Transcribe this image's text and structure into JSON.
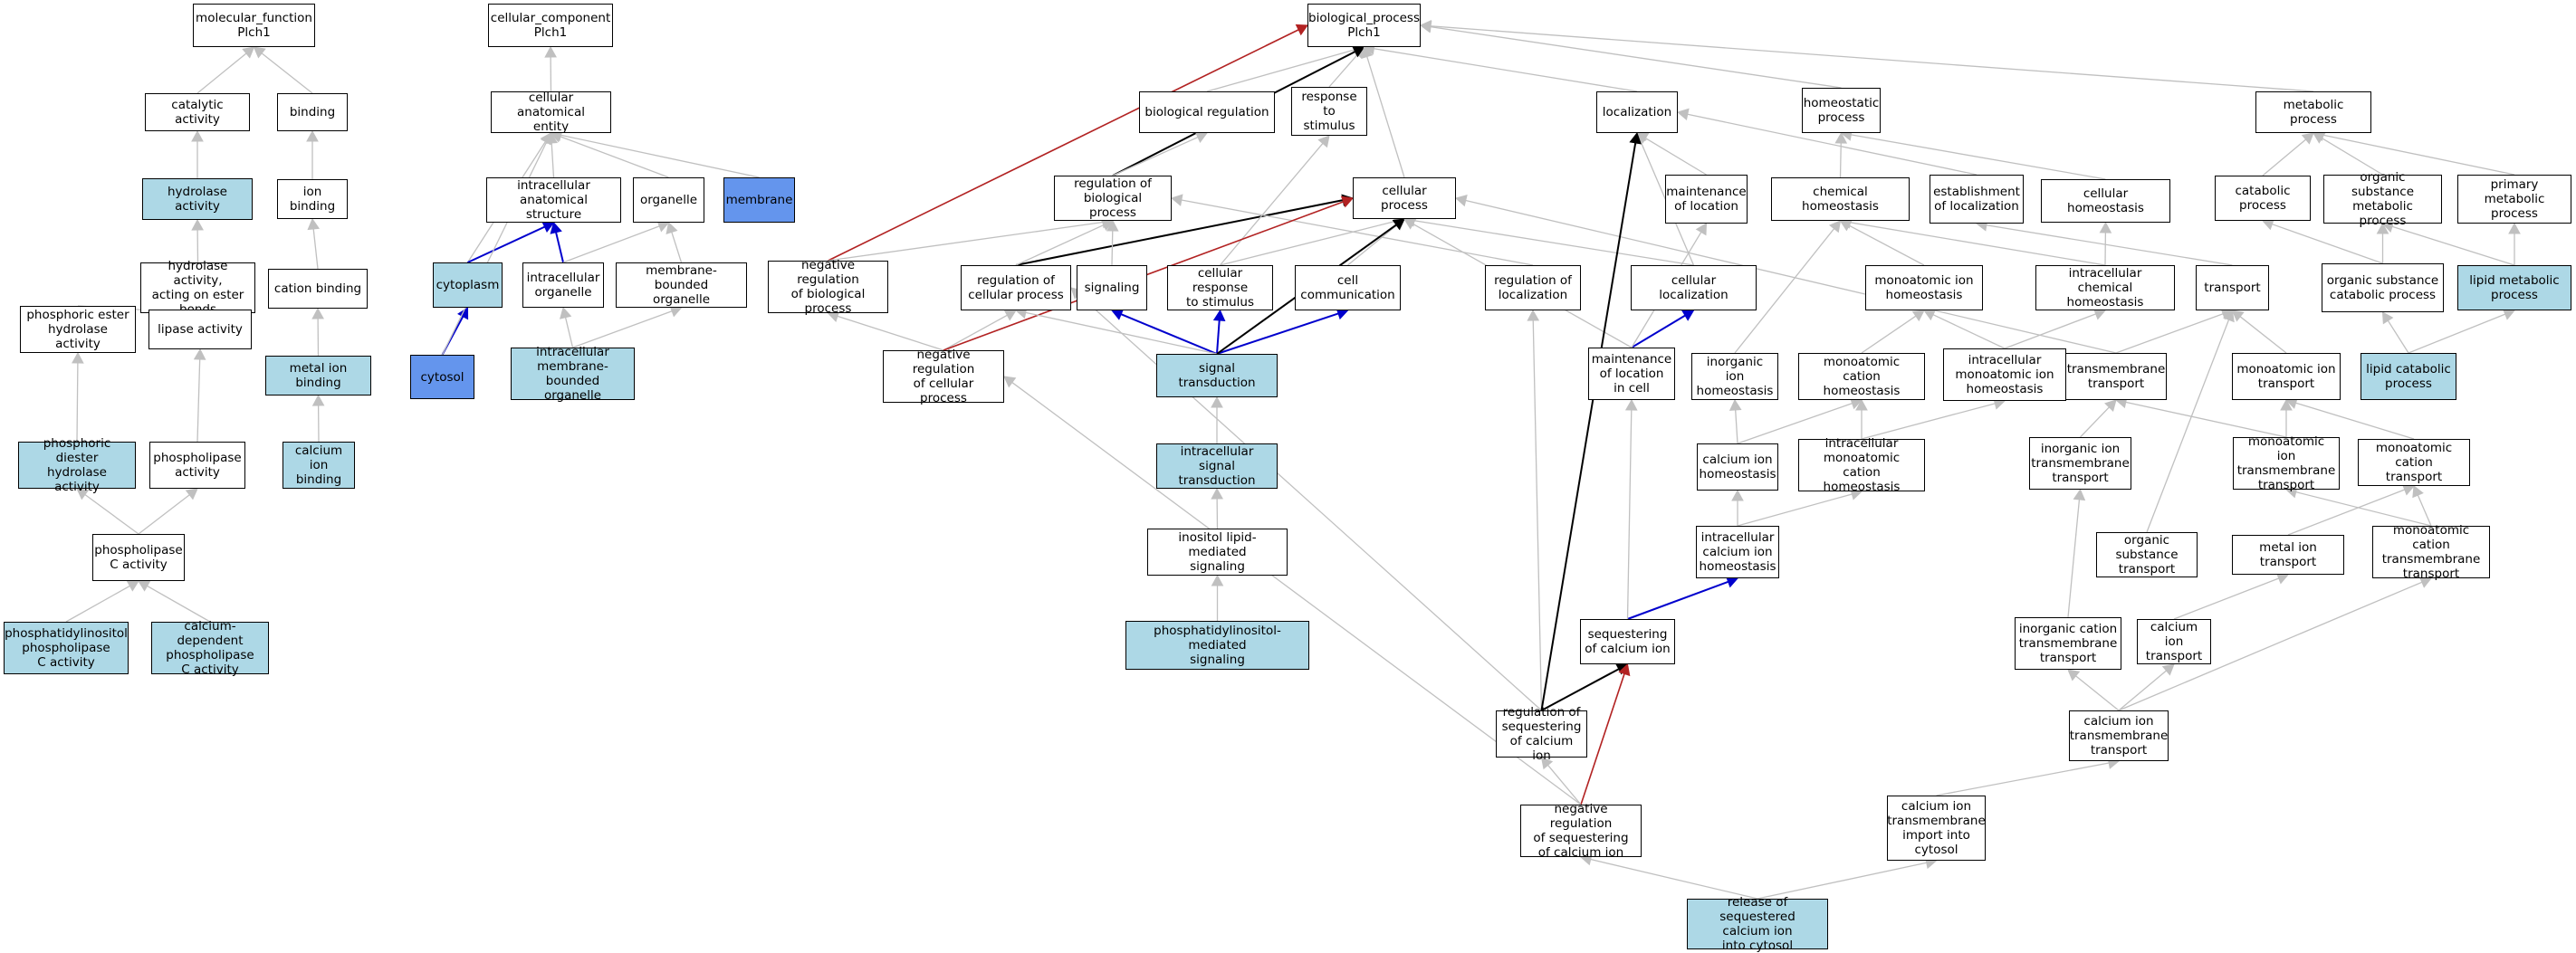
{
  "colors": {
    "node_default": "#ffffff",
    "node_light_blue": "#add8e6",
    "node_cornflower": "#6495ed",
    "edge_is_a": "#c0c0c0",
    "edge_part_of": "#000000",
    "edge_regulates": "#0000cd",
    "edge_negatively_regulates": "#b22222"
  },
  "nodes": [
    {
      "id": "mf",
      "label": "molecular_function\nPlch1",
      "fill": "white"
    },
    {
      "id": "catalytic",
      "label": "catalytic activity",
      "fill": "white"
    },
    {
      "id": "binding",
      "label": "binding",
      "fill": "white"
    },
    {
      "id": "hydrolase",
      "label": "hydrolase activity",
      "fill": "lightblue"
    },
    {
      "id": "ionbinding",
      "label": "ion binding",
      "fill": "white"
    },
    {
      "id": "hydrolase_ester",
      "label": "hydrolase activity,\nacting on ester\nbonds",
      "fill": "white"
    },
    {
      "id": "cationbinding",
      "label": "cation binding",
      "fill": "white"
    },
    {
      "id": "phosphoric_ester",
      "label": "phosphoric ester\nhydrolase activity",
      "fill": "white"
    },
    {
      "id": "lipase",
      "label": "lipase activity",
      "fill": "white"
    },
    {
      "id": "metalion",
      "label": "metal ion binding",
      "fill": "lightblue"
    },
    {
      "id": "phosphoric_diester",
      "label": "phosphoric diester\nhydrolase activity",
      "fill": "lightblue"
    },
    {
      "id": "phospholipase",
      "label": "phospholipase\nactivity",
      "fill": "white"
    },
    {
      "id": "calciumbinding",
      "label": "calcium ion\nbinding",
      "fill": "lightblue"
    },
    {
      "id": "plc",
      "label": "phospholipase\nC activity",
      "fill": "white"
    },
    {
      "id": "pi_plc",
      "label": "phosphatidylinositol\nphospholipase\nC activity",
      "fill": "lightblue"
    },
    {
      "id": "ca_plc",
      "label": "calcium-dependent\nphospholipase\nC activity",
      "fill": "lightblue"
    },
    {
      "id": "cc",
      "label": "cellular_component\nPlch1",
      "fill": "white"
    },
    {
      "id": "cae",
      "label": "cellular anatomical\nentity",
      "fill": "white"
    },
    {
      "id": "ias",
      "label": "intracellular\nanatomical structure",
      "fill": "white"
    },
    {
      "id": "organelle",
      "label": "organelle",
      "fill": "white"
    },
    {
      "id": "membrane",
      "label": "membrane",
      "fill": "cornflower"
    },
    {
      "id": "cytoplasm",
      "label": "cytoplasm",
      "fill": "lightblue"
    },
    {
      "id": "io",
      "label": "intracellular\norganelle",
      "fill": "white"
    },
    {
      "id": "mbo",
      "label": "membrane-bounded\norganelle",
      "fill": "white"
    },
    {
      "id": "cytosol",
      "label": "cytosol",
      "fill": "cornflower"
    },
    {
      "id": "imbo",
      "label": "intracellular\nmembrane-bounded\norganelle",
      "fill": "lightblue"
    },
    {
      "id": "bp",
      "label": "biological_process\nPlch1",
      "fill": "white"
    },
    {
      "id": "bioreg",
      "label": "biological regulation",
      "fill": "white"
    },
    {
      "id": "rts",
      "label": "response to\nstimulus",
      "fill": "white"
    },
    {
      "id": "localization",
      "label": "localization",
      "fill": "white"
    },
    {
      "id": "homeostatic",
      "label": "homeostatic\nprocess",
      "fill": "white"
    },
    {
      "id": "metabolic",
      "label": "metabolic process",
      "fill": "white"
    },
    {
      "id": "regbp",
      "label": "regulation of\nbiological process",
      "fill": "white"
    },
    {
      "id": "cellproc",
      "label": "cellular process",
      "fill": "white"
    },
    {
      "id": "maint_loc",
      "label": "maintenance\nof location",
      "fill": "white"
    },
    {
      "id": "chem_homeo",
      "label": "chemical homeostasis",
      "fill": "white"
    },
    {
      "id": "estab_loc",
      "label": "establishment\nof localization",
      "fill": "white"
    },
    {
      "id": "cell_homeo",
      "label": "cellular homeostasis",
      "fill": "white"
    },
    {
      "id": "catabolic",
      "label": "catabolic process",
      "fill": "white"
    },
    {
      "id": "osmp",
      "label": "organic substance\nmetabolic process",
      "fill": "white"
    },
    {
      "id": "primary_met",
      "label": "primary metabolic\nprocess",
      "fill": "white"
    },
    {
      "id": "negregbp",
      "label": "negative regulation\nof biological\nprocess",
      "fill": "white"
    },
    {
      "id": "regcp",
      "label": "regulation of\ncellular process",
      "fill": "white"
    },
    {
      "id": "signaling",
      "label": "signaling",
      "fill": "white"
    },
    {
      "id": "crs",
      "label": "cellular response\nto stimulus",
      "fill": "white"
    },
    {
      "id": "cellcomm",
      "label": "cell communication",
      "fill": "white"
    },
    {
      "id": "regloc",
      "label": "regulation of\nlocalization",
      "fill": "white"
    },
    {
      "id": "cellloc",
      "label": "cellular localization",
      "fill": "white"
    },
    {
      "id": "mono_homeo",
      "label": "monoatomic ion\nhomeostasis",
      "fill": "white"
    },
    {
      "id": "intra_chem",
      "label": "intracellular\nchemical homeostasis",
      "fill": "white"
    },
    {
      "id": "transport",
      "label": "transport",
      "fill": "white"
    },
    {
      "id": "oscp",
      "label": "organic substance\ncatabolic process",
      "fill": "white"
    },
    {
      "id": "lipid_met",
      "label": "lipid metabolic\nprocess",
      "fill": "lightblue"
    },
    {
      "id": "negregcp",
      "label": "negative regulation\nof cellular\nprocess",
      "fill": "white"
    },
    {
      "id": "sigtrans",
      "label": "signal transduction",
      "fill": "lightblue"
    },
    {
      "id": "maint_cell",
      "label": "maintenance\nof location\nin cell",
      "fill": "white"
    },
    {
      "id": "inorg_homeo",
      "label": "inorganic ion\nhomeostasis",
      "fill": "white"
    },
    {
      "id": "monocat_homeo",
      "label": "monoatomic cation\nhomeostasis",
      "fill": "white"
    },
    {
      "id": "intra_mono",
      "label": "intracellular\nmonoatomic ion\nhomeostasis",
      "fill": "white"
    },
    {
      "id": "tm_transport",
      "label": "transmembrane\ntransport",
      "fill": "white"
    },
    {
      "id": "mono_transport",
      "label": "monoatomic ion\ntransport",
      "fill": "white"
    },
    {
      "id": "lipid_cat",
      "label": "lipid catabolic\nprocess",
      "fill": "lightblue"
    },
    {
      "id": "intra_sig",
      "label": "intracellular\nsignal transduction",
      "fill": "lightblue"
    },
    {
      "id": "ca_homeo",
      "label": "calcium ion\nhomeostasis",
      "fill": "white"
    },
    {
      "id": "intra_monocat",
      "label": "intracellular\nmonoatomic cation\nhomeostasis",
      "fill": "white"
    },
    {
      "id": "inorg_tm",
      "label": "inorganic ion\ntransmembrane\ntransport",
      "fill": "white"
    },
    {
      "id": "mono_tm",
      "label": "monoatomic ion\ntransmembrane\ntransport",
      "fill": "white"
    },
    {
      "id": "monocat_transport",
      "label": "monoatomic cation\ntransport",
      "fill": "white"
    },
    {
      "id": "inositol_sig",
      "label": "inositol lipid-mediated\nsignaling",
      "fill": "white"
    },
    {
      "id": "intra_ca",
      "label": "intracellular\ncalcium ion\nhomeostasis",
      "fill": "white"
    },
    {
      "id": "os_transport",
      "label": "organic substance\ntransport",
      "fill": "white"
    },
    {
      "id": "metal_transport",
      "label": "metal ion transport",
      "fill": "white"
    },
    {
      "id": "monocat_tm",
      "label": "monoatomic cation\ntransmembrane\ntransport",
      "fill": "white"
    },
    {
      "id": "pi_sig",
      "label": "phosphatidylinositol-mediated\nsignaling",
      "fill": "lightblue"
    },
    {
      "id": "seq_ca",
      "label": "sequestering\nof calcium ion",
      "fill": "white"
    },
    {
      "id": "inorgcat_tm",
      "label": "inorganic cation\ntransmembrane\ntransport",
      "fill": "white"
    },
    {
      "id": "ca_transport",
      "label": "calcium ion\ntransport",
      "fill": "white"
    },
    {
      "id": "reg_seq",
      "label": "regulation of\nsequestering\nof calcium ion",
      "fill": "white"
    },
    {
      "id": "ca_tm",
      "label": "calcium ion\ntransmembrane\ntransport",
      "fill": "white"
    },
    {
      "id": "negreg_seq",
      "label": "negative regulation\nof sequestering\nof calcium ion",
      "fill": "white"
    },
    {
      "id": "ca_import",
      "label": "calcium ion\ntransmembrane\nimport into\ncytosol",
      "fill": "white"
    },
    {
      "id": "release",
      "label": "release of sequestered\ncalcium ion\ninto cytosol",
      "fill": "lightblue"
    }
  ],
  "edges": [
    {
      "from": "catalytic",
      "to": "mf",
      "type": "is_a"
    },
    {
      "from": "binding",
      "to": "mf",
      "type": "is_a"
    },
    {
      "from": "hydrolase",
      "to": "catalytic",
      "type": "is_a"
    },
    {
      "from": "ionbinding",
      "to": "binding",
      "type": "is_a"
    },
    {
      "from": "hydrolase_ester",
      "to": "hydrolase",
      "type": "is_a"
    },
    {
      "from": "cationbinding",
      "to": "ionbinding",
      "type": "is_a"
    },
    {
      "from": "phosphoric_ester",
      "to": "hydrolase_ester",
      "type": "is_a"
    },
    {
      "from": "lipase",
      "to": "hydrolase_ester",
      "type": "is_a"
    },
    {
      "from": "metalion",
      "to": "cationbinding",
      "type": "is_a"
    },
    {
      "from": "phosphoric_diester",
      "to": "phosphoric_ester",
      "type": "is_a"
    },
    {
      "from": "phospholipase",
      "to": "lipase",
      "type": "is_a"
    },
    {
      "from": "calciumbinding",
      "to": "metalion",
      "type": "is_a"
    },
    {
      "from": "plc",
      "to": "phosphoric_diester",
      "type": "is_a"
    },
    {
      "from": "plc",
      "to": "phospholipase",
      "type": "is_a"
    },
    {
      "from": "pi_plc",
      "to": "plc",
      "type": "is_a"
    },
    {
      "from": "ca_plc",
      "to": "plc",
      "type": "is_a"
    },
    {
      "from": "cae",
      "to": "cc",
      "type": "is_a"
    },
    {
      "from": "ias",
      "to": "cae",
      "type": "is_a"
    },
    {
      "from": "organelle",
      "to": "cae",
      "type": "is_a"
    },
    {
      "from": "membrane",
      "to": "cae",
      "type": "is_a"
    },
    {
      "from": "cytoplasm",
      "to": "cae",
      "type": "is_a"
    },
    {
      "from": "cytoplasm",
      "to": "ias",
      "type": "part_of_blue"
    },
    {
      "from": "io",
      "to": "ias",
      "type": "part_of_blue"
    },
    {
      "from": "io",
      "to": "organelle",
      "type": "is_a"
    },
    {
      "from": "mbo",
      "to": "organelle",
      "type": "is_a"
    },
    {
      "from": "cytosol",
      "to": "cytoplasm",
      "type": "part_of_blue"
    },
    {
      "from": "cytosol",
      "to": "cae",
      "type": "is_a"
    },
    {
      "from": "imbo",
      "to": "io",
      "type": "is_a"
    },
    {
      "from": "imbo",
      "to": "mbo",
      "type": "is_a"
    },
    {
      "from": "bioreg",
      "to": "bp",
      "type": "is_a"
    },
    {
      "from": "rts",
      "to": "bp",
      "type": "is_a"
    },
    {
      "from": "localization",
      "to": "bp",
      "type": "is_a"
    },
    {
      "from": "homeostatic",
      "to": "bp",
      "type": "is_a"
    },
    {
      "from": "metabolic",
      "to": "bp",
      "type": "is_a"
    },
    {
      "from": "regbp",
      "to": "bp",
      "type": "part_of"
    },
    {
      "from": "regbp",
      "to": "bioreg",
      "type": "is_a"
    },
    {
      "from": "cellproc",
      "to": "bp",
      "type": "is_a"
    },
    {
      "from": "negregbp",
      "to": "bp",
      "type": "negatively_regulates"
    },
    {
      "from": "negregbp",
      "to": "regbp",
      "type": "is_a"
    },
    {
      "from": "maint_loc",
      "to": "localization",
      "type": "is_a"
    },
    {
      "from": "chem_homeo",
      "to": "homeostatic",
      "type": "is_a"
    },
    {
      "from": "estab_loc",
      "to": "localization",
      "type": "is_a"
    },
    {
      "from": "cell_homeo",
      "to": "homeostatic",
      "type": "is_a"
    },
    {
      "from": "catabolic",
      "to": "metabolic",
      "type": "is_a"
    },
    {
      "from": "osmp",
      "to": "metabolic",
      "type": "is_a"
    },
    {
      "from": "primary_met",
      "to": "metabolic",
      "type": "is_a"
    },
    {
      "from": "regcp",
      "to": "cellproc",
      "type": "part_of"
    },
    {
      "from": "regcp",
      "to": "regbp",
      "type": "is_a"
    },
    {
      "from": "signaling",
      "to": "regbp",
      "type": "is_a"
    },
    {
      "from": "crs",
      "to": "rts",
      "type": "is_a"
    },
    {
      "from": "crs",
      "to": "cellproc",
      "type": "is_a"
    },
    {
      "from": "cellcomm",
      "to": "cellproc",
      "type": "is_a"
    },
    {
      "from": "regloc",
      "to": "regbp",
      "type": "is_a"
    },
    {
      "from": "cellloc",
      "to": "cellproc",
      "type": "is_a"
    },
    {
      "from": "cellloc",
      "to": "localization",
      "type": "is_a"
    },
    {
      "from": "mono_homeo",
      "to": "chem_homeo",
      "type": "is_a"
    },
    {
      "from": "intra_chem",
      "to": "chem_homeo",
      "type": "is_a"
    },
    {
      "from": "intra_chem",
      "to": "cell_homeo",
      "type": "is_a"
    },
    {
      "from": "transport",
      "to": "estab_loc",
      "type": "is_a"
    },
    {
      "from": "oscp",
      "to": "catabolic",
      "type": "is_a"
    },
    {
      "from": "oscp",
      "to": "osmp",
      "type": "is_a"
    },
    {
      "from": "lipid_met",
      "to": "osmp",
      "type": "is_a"
    },
    {
      "from": "lipid_met",
      "to": "primary_met",
      "type": "is_a"
    },
    {
      "from": "negregcp",
      "to": "negregbp",
      "type": "is_a"
    },
    {
      "from": "negregcp",
      "to": "regcp",
      "type": "is_a"
    },
    {
      "from": "negregcp",
      "to": "cellproc",
      "type": "negatively_regulates"
    },
    {
      "from": "sigtrans",
      "to": "signaling",
      "type": "part_of_blue"
    },
    {
      "from": "sigtrans",
      "to": "crs",
      "type": "part_of_blue"
    },
    {
      "from": "sigtrans",
      "to": "cellcomm",
      "type": "part_of_blue"
    },
    {
      "from": "sigtrans",
      "to": "regcp",
      "type": "is_a"
    },
    {
      "from": "sigtrans",
      "to": "cellproc",
      "type": "is_a"
    },
    {
      "from": "sigtrans",
      "to": "cellproc",
      "type": "part_of"
    },
    {
      "from": "maint_cell",
      "to": "cellloc",
      "type": "part_of_blue"
    },
    {
      "from": "maint_cell",
      "to": "maint_loc",
      "type": "is_a"
    },
    {
      "from": "maint_cell",
      "to": "cellproc",
      "type": "is_a"
    },
    {
      "from": "inorg_homeo",
      "to": "chem_homeo",
      "type": "is_a"
    },
    {
      "from": "monocat_homeo",
      "to": "mono_homeo",
      "type": "is_a"
    },
    {
      "from": "intra_mono",
      "to": "mono_homeo",
      "type": "is_a"
    },
    {
      "from": "intra_mono",
      "to": "intra_chem",
      "type": "is_a"
    },
    {
      "from": "tm_transport",
      "to": "transport",
      "type": "is_a"
    },
    {
      "from": "tm_transport",
      "to": "cellproc",
      "type": "is_a"
    },
    {
      "from": "mono_transport",
      "to": "transport",
      "type": "is_a"
    },
    {
      "from": "lipid_cat",
      "to": "oscp",
      "type": "is_a"
    },
    {
      "from": "lipid_cat",
      "to": "lipid_met",
      "type": "is_a"
    },
    {
      "from": "intra_sig",
      "to": "sigtrans",
      "type": "is_a"
    },
    {
      "from": "ca_homeo",
      "to": "inorg_homeo",
      "type": "is_a"
    },
    {
      "from": "ca_homeo",
      "to": "monocat_homeo",
      "type": "is_a"
    },
    {
      "from": "intra_monocat",
      "to": "monocat_homeo",
      "type": "is_a"
    },
    {
      "from": "intra_monocat",
      "to": "intra_mono",
      "type": "is_a"
    },
    {
      "from": "inorg_tm",
      "to": "tm_transport",
      "type": "is_a"
    },
    {
      "from": "mono_tm",
      "to": "tm_transport",
      "type": "is_a"
    },
    {
      "from": "mono_tm",
      "to": "mono_transport",
      "type": "is_a"
    },
    {
      "from": "monocat_transport",
      "to": "mono_transport",
      "type": "is_a"
    },
    {
      "from": "inositol_sig",
      "to": "intra_sig",
      "type": "is_a"
    },
    {
      "from": "intra_ca",
      "to": "ca_homeo",
      "type": "is_a"
    },
    {
      "from": "intra_ca",
      "to": "intra_monocat",
      "type": "is_a"
    },
    {
      "from": "os_transport",
      "to": "transport",
      "type": "is_a"
    },
    {
      "from": "metal_transport",
      "to": "monocat_transport",
      "type": "is_a"
    },
    {
      "from": "monocat_tm",
      "to": "mono_tm",
      "type": "is_a"
    },
    {
      "from": "monocat_tm",
      "to": "monocat_transport",
      "type": "is_a"
    },
    {
      "from": "pi_sig",
      "to": "inositol_sig",
      "type": "is_a"
    },
    {
      "from": "seq_ca",
      "to": "intra_ca",
      "type": "part_of_blue"
    },
    {
      "from": "seq_ca",
      "to": "maint_cell",
      "type": "is_a"
    },
    {
      "from": "inorgcat_tm",
      "to": "inorg_tm",
      "type": "is_a"
    },
    {
      "from": "ca_transport",
      "to": "metal_transport",
      "type": "is_a"
    },
    {
      "from": "reg_seq",
      "to": "seq_ca",
      "type": "part_of"
    },
    {
      "from": "reg_seq",
      "to": "regcp",
      "type": "is_a"
    },
    {
      "from": "reg_seq",
      "to": "regloc",
      "type": "is_a"
    },
    {
      "from": "reg_seq",
      "to": "localization",
      "type": "part_of"
    },
    {
      "from": "ca_tm",
      "to": "inorgcat_tm",
      "type": "is_a"
    },
    {
      "from": "ca_tm",
      "to": "ca_transport",
      "type": "is_a"
    },
    {
      "from": "ca_tm",
      "to": "monocat_tm",
      "type": "is_a"
    },
    {
      "from": "negreg_seq",
      "to": "reg_seq",
      "type": "is_a"
    },
    {
      "from": "negreg_seq",
      "to": "seq_ca",
      "type": "negatively_regulates"
    },
    {
      "from": "negreg_seq",
      "to": "negregcp",
      "type": "is_a"
    },
    {
      "from": "ca_import",
      "to": "ca_tm",
      "type": "is_a"
    },
    {
      "from": "release",
      "to": "negreg_seq",
      "type": "is_a"
    },
    {
      "from": "release",
      "to": "ca_import",
      "type": "is_a"
    }
  ]
}
